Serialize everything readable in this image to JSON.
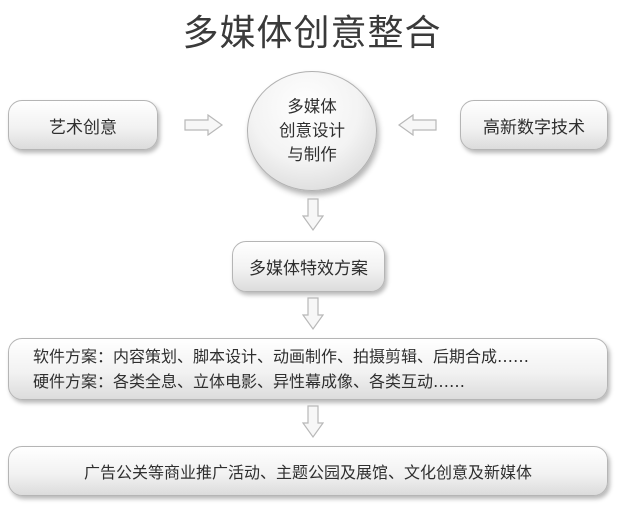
{
  "title": "多媒体创意整合",
  "left_box": "艺术创意",
  "right_box": "高新数字技术",
  "center": {
    "line1": "多媒体",
    "line2": "创意设计",
    "line3": "与制作"
  },
  "effects_box": "多媒体特效方案",
  "solutions": {
    "software": "软件方案：内容策划、脚本设计、动画制作、拍摄剪辑、后期合成……",
    "hardware": "硬件方案：各类全息、立体电影、异性幕成像、各类互动……"
  },
  "applications": "广告公关等商业推广活动、主题公园及展馆、文化创意及新媒体",
  "colors": {
    "arrow_stroke": "#b8b8b8",
    "box_border": "#b5b5b5",
    "text": "#2f2f2f"
  },
  "icons": {
    "arrow": "block-arrow"
  }
}
